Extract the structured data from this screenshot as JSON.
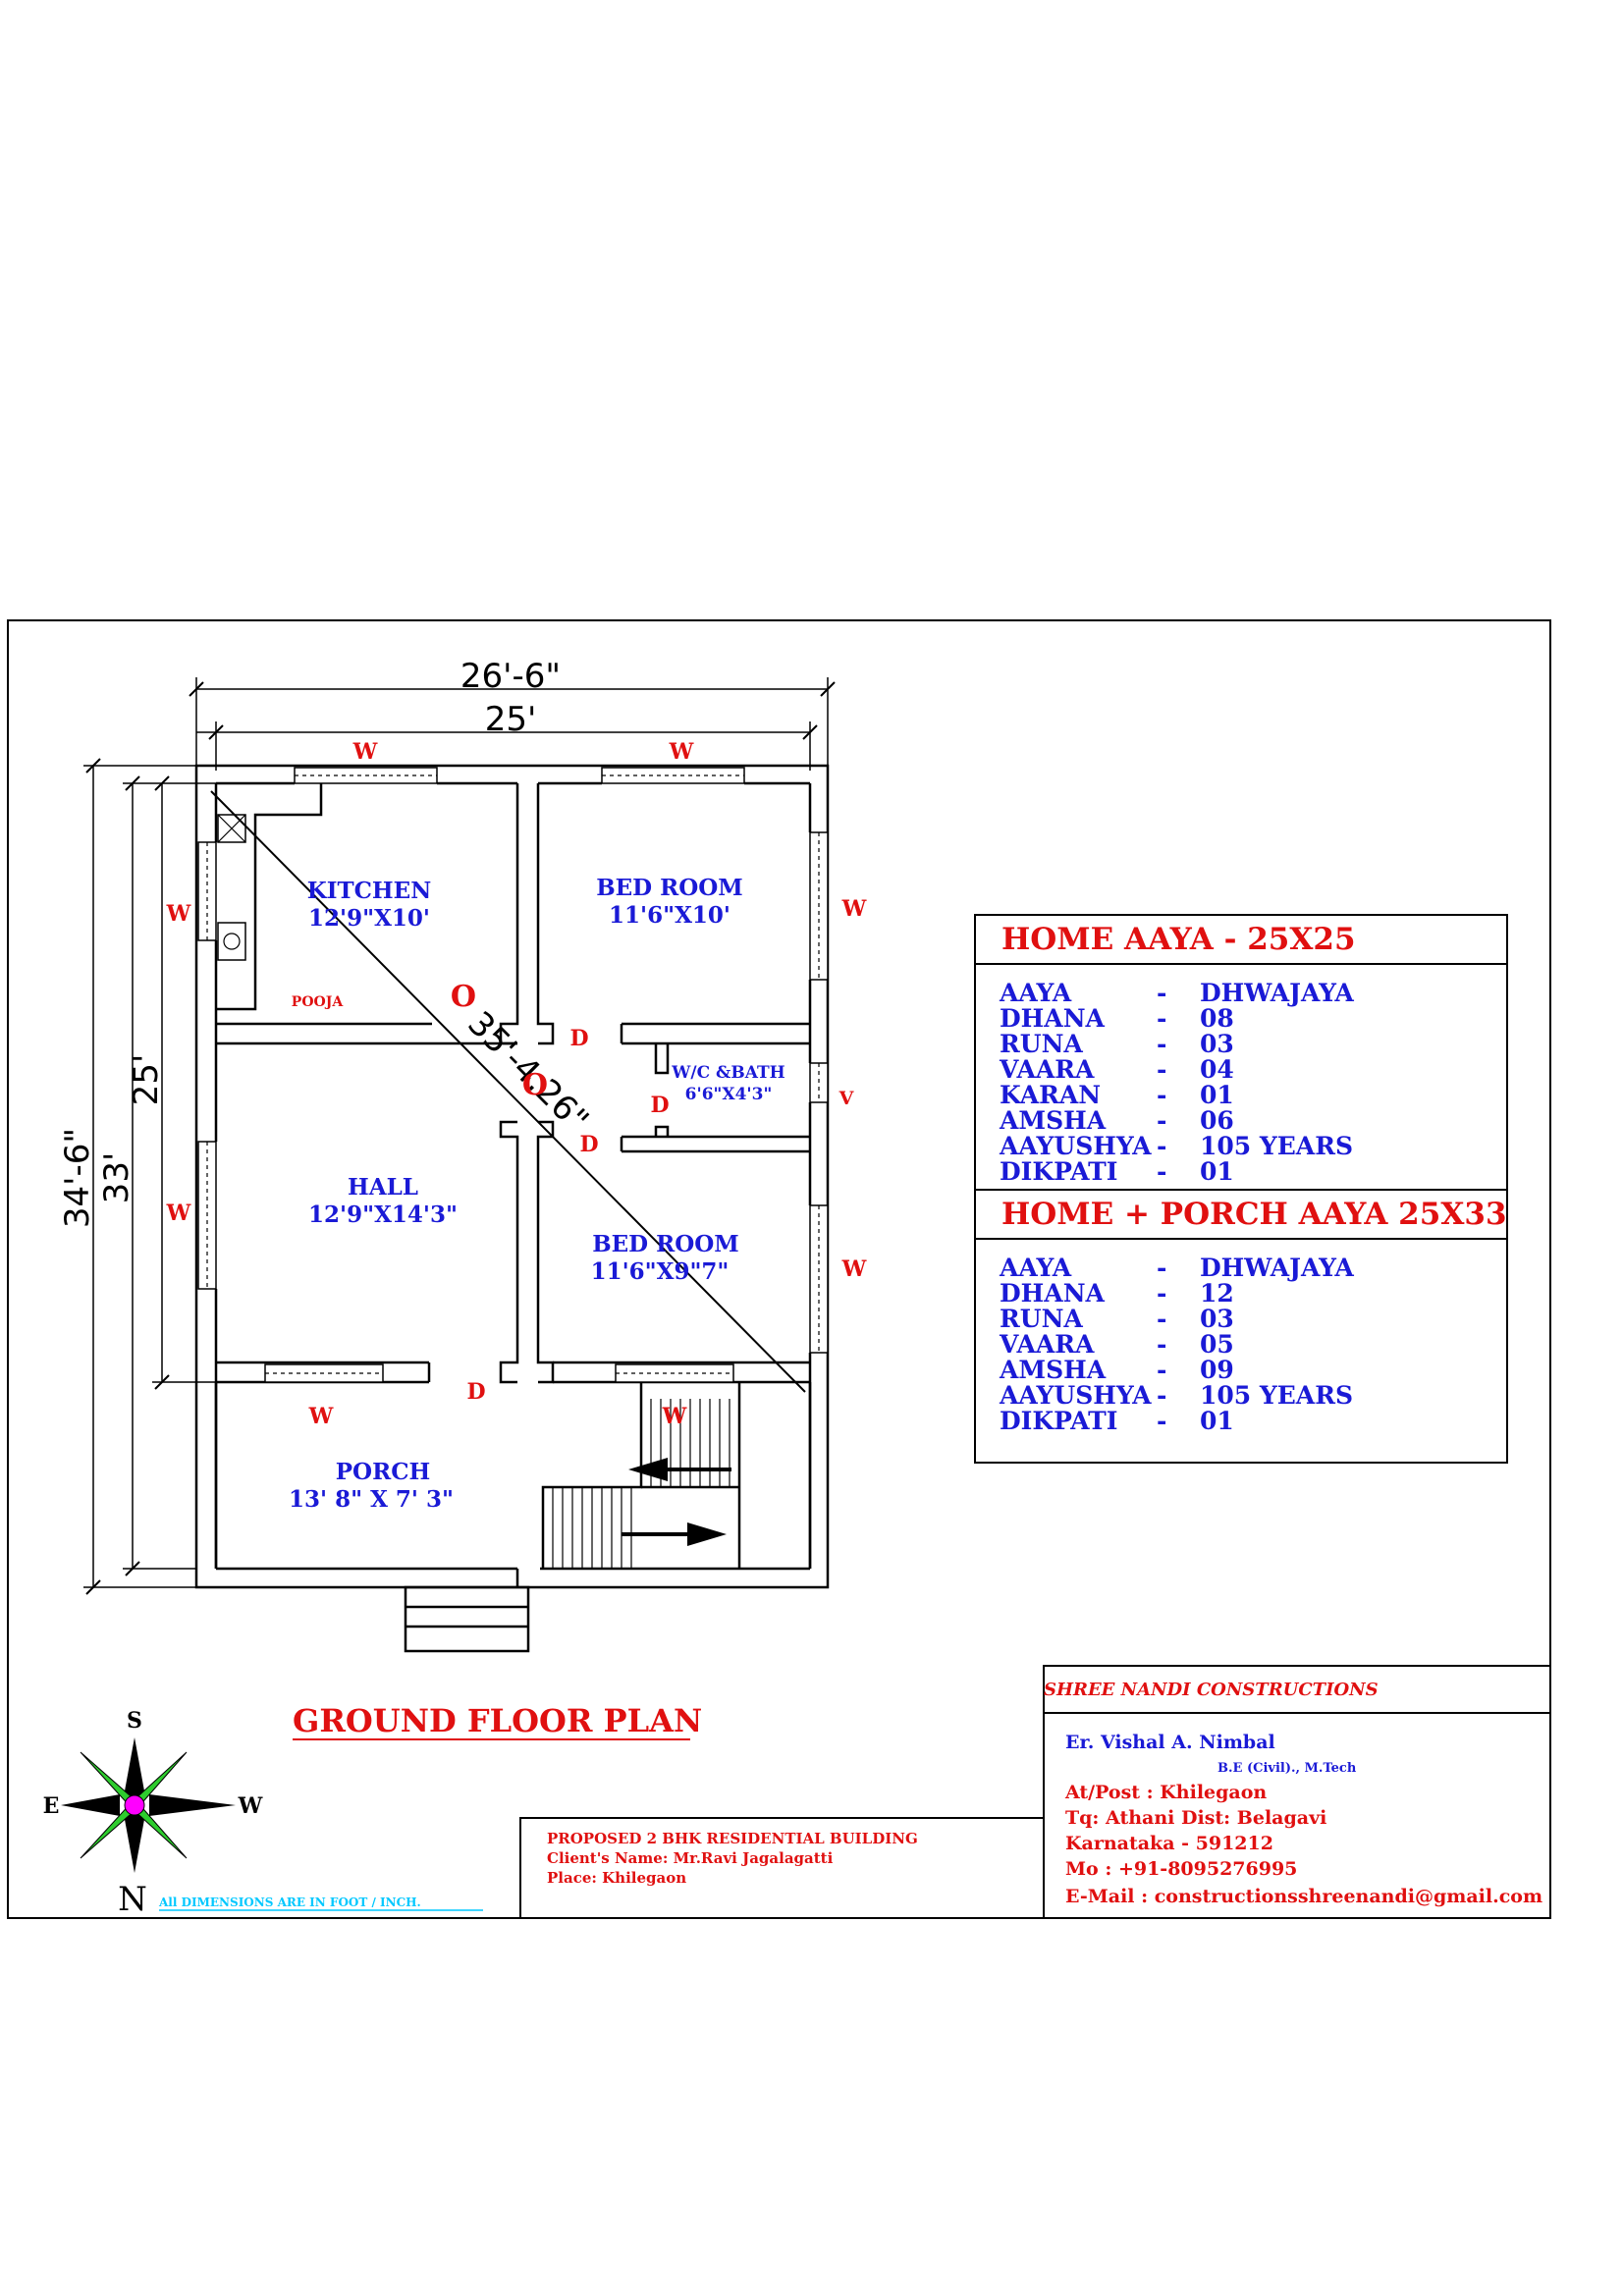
{
  "plan": {
    "overall_width": "26'-6\"",
    "inner_width": "25'",
    "overall_depth": "34'-6\"",
    "inner_depth": "33'",
    "house_depth": "25'",
    "diagonal": "35'-4.26\"",
    "rooms": [
      {
        "name": "KITCHEN",
        "size": "12'9\"X10'"
      },
      {
        "name": "BED ROOM",
        "size": "11'6\"X10'"
      },
      {
        "name": "HALL",
        "size": "12'9\"X14'3\""
      },
      {
        "name": "BED ROOM",
        "size": "11'6\"X9\"7\""
      },
      {
        "name": "PORCH",
        "size": "13' 8\" X 7' 3\""
      },
      {
        "name": "W/C &BATH",
        "size": "6'6\"X4'3\""
      }
    ],
    "pooja": "POOJA",
    "window": "W",
    "door": "D",
    "vent": "V",
    "opening": "O"
  },
  "home_aaya": {
    "title": "HOME AAYA - 25X25",
    "rows": [
      {
        "k": "AAYA",
        "v": "DHWAJAYA"
      },
      {
        "k": "DHANA",
        "v": "08"
      },
      {
        "k": "RUNA",
        "v": "03"
      },
      {
        "k": "VAARA",
        "v": "04"
      },
      {
        "k": "KARAN",
        "v": "01"
      },
      {
        "k": "AMSHA",
        "v": "06"
      },
      {
        "k": "AAYUSHYA",
        "v": "105 YEARS"
      },
      {
        "k": "DIKPATI",
        "v": "01"
      }
    ]
  },
  "porch_aaya": {
    "title": "HOME + PORCH AAYA 25X33",
    "rows": [
      {
        "k": "AAYA",
        "v": "DHWAJAYA"
      },
      {
        "k": "DHANA",
        "v": "12"
      },
      {
        "k": "RUNA",
        "v": "03"
      },
      {
        "k": "VAARA",
        "v": "05"
      },
      {
        "k": "AMSHA",
        "v": "09"
      },
      {
        "k": "AAYUSHYA",
        "v": "105 YEARS"
      },
      {
        "k": "DIKPATI",
        "v": "01"
      }
    ]
  },
  "separator": "-",
  "title": "GROUND FLOOR PLAN",
  "compass": {
    "n": "N",
    "s": "S",
    "e": "E",
    "w": "W"
  },
  "note": "All DIMENSIONS ARE IN FOOT / INCH.",
  "project": {
    "line1": "PROPOSED 2 BHK RESIDENTIAL BUILDING",
    "line2": "Client's Name: Mr.Ravi Jagalagatti",
    "line3": "Place: Khilegaon"
  },
  "firm": {
    "name": "SHREE NANDI CONSTRUCTIONS",
    "engineer": "Er. Vishal A. Nimbal",
    "degree": "B.E (Civil)., M.Tech",
    "addr1": "At/Post : Khilegaon",
    "addr2": "Tq: Athani  Dist: Belagavi",
    "addr3": "Karnataka - 591212",
    "phone": "Mo : +91-8095276995",
    "email": "E-Mail : constructionsshreenandi@gmail.com"
  },
  "colors": {
    "red": "#e01010",
    "blue": "#1a1ad6",
    "cyan": "#00c8ff",
    "magenta": "#ff00ff",
    "green": "#2ecc2e"
  }
}
